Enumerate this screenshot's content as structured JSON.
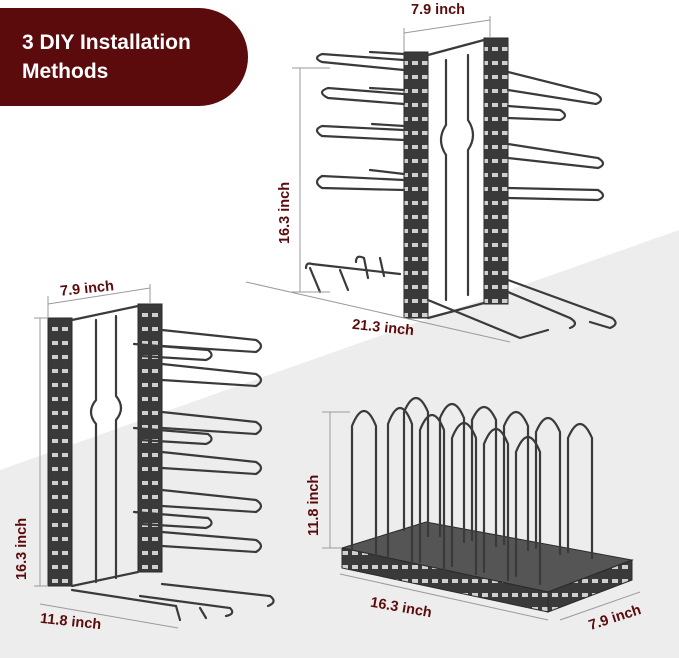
{
  "title": {
    "line1": "3 DIY Installation",
    "line2": "Methods"
  },
  "colors": {
    "accent": "#5c0b0c",
    "background_light": "#ffffff",
    "background_gray": "#ededed",
    "rack_metal": "#3a3a3a"
  },
  "method_top": {
    "width_label": "7.9 inch",
    "height_label": "16.3 inch",
    "depth_label": "21.3 inch"
  },
  "method_left": {
    "width_label": "7.9 inch",
    "height_label": "16.3 inch",
    "depth_label": "11.8 inch"
  },
  "method_bottom": {
    "height_label": "11.8 inch",
    "length_label": "16.3 inch",
    "width_label": "7.9 inch"
  }
}
